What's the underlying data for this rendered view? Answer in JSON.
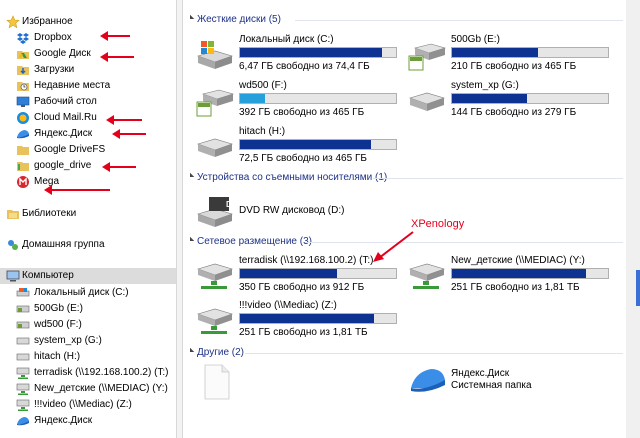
{
  "nav": {
    "favorites": {
      "label": "Избранное",
      "items": [
        {
          "label": "Dropbox",
          "icon": "dropbox-icon"
        },
        {
          "label": "Google Диск",
          "icon": "google-drive-icon"
        },
        {
          "label": "Загрузки",
          "icon": "downloads-icon"
        },
        {
          "label": "Недавние места",
          "icon": "recent-places-icon"
        },
        {
          "label": "Рабочий стол",
          "icon": "desktop-icon"
        },
        {
          "label": "Cloud Mail.Ru",
          "icon": "cloud-mailru-icon"
        },
        {
          "label": "Яндекс.Диск",
          "icon": "yandex-disk-icon"
        },
        {
          "label": "Google DriveFS",
          "icon": "google-drivefs-icon"
        },
        {
          "label": "google_drive",
          "icon": "folder-icon"
        },
        {
          "label": "Mega",
          "icon": "mega-icon"
        }
      ]
    },
    "libraries": "Библиотеки",
    "homegroup": "Домашняя группа",
    "computer": {
      "label": "Компьютер",
      "items": [
        {
          "label": "Локальный диск (C:)"
        },
        {
          "label": "500Gb (E:)"
        },
        {
          "label": "wd500 (F:)"
        },
        {
          "label": "system_xp (G:)"
        },
        {
          "label": "hitach (H:)"
        },
        {
          "label": "terradisk (\\\\192.168.100.2) (T:)"
        },
        {
          "label": "New_детские (\\\\MEDIAC) (Y:)"
        },
        {
          "label": "!!!video (\\\\Mediac) (Z:)"
        },
        {
          "label": "Яндекс.Диск"
        }
      ]
    }
  },
  "groups": {
    "hdd": "Жесткие диски (5)",
    "removable": "Устройства со съемными носителями (1)",
    "network": "Сетевое размещение (3)",
    "other": "Другие (2)"
  },
  "drives": {
    "c": {
      "name": "Локальный диск (C:)",
      "free": "6,47 ГБ свободно из 74,4 ГБ",
      "used": 0.91
    },
    "e": {
      "name": "500Gb (E:)",
      "free": "210 ГБ свободно из 465 ГБ",
      "used": 0.55
    },
    "f": {
      "name": "wd500 (F:)",
      "free": "392 ГБ свободно из 465 ГБ",
      "used": 0.16
    },
    "g": {
      "name": "system_xp (G:)",
      "free": "144 ГБ свободно из 279 ГБ",
      "used": 0.48
    },
    "h": {
      "name": "hitach (H:)",
      "free": "72,5 ГБ свободно из 465 ГБ",
      "used": 0.84
    },
    "t": {
      "name": "terradisk (\\\\192.168.100.2) (T:)",
      "free": "350 ГБ свободно из 912 ГБ",
      "used": 0.62
    },
    "y": {
      "name": "New_детские (\\\\MEDIAC) (Y:)",
      "free": "251 ГБ свободно из 1,81 ТБ",
      "used": 0.86
    },
    "z": {
      "name": "!!!video (\\\\Mediac) (Z:)",
      "free": "251 ГБ свободно из 1,81 ТБ",
      "used": 0.86
    }
  },
  "dvd": {
    "name": "DVD RW дисковод (D:)",
    "badge": "DVD"
  },
  "other": {
    "yandex_name": "Яндекс.Диск",
    "yandex_type": "Системная папка"
  },
  "annotation": "XPenology",
  "colors": {
    "accent": "#e3001b",
    "bar_full": "#0e3291",
    "bar_normal": "#26a0da"
  }
}
